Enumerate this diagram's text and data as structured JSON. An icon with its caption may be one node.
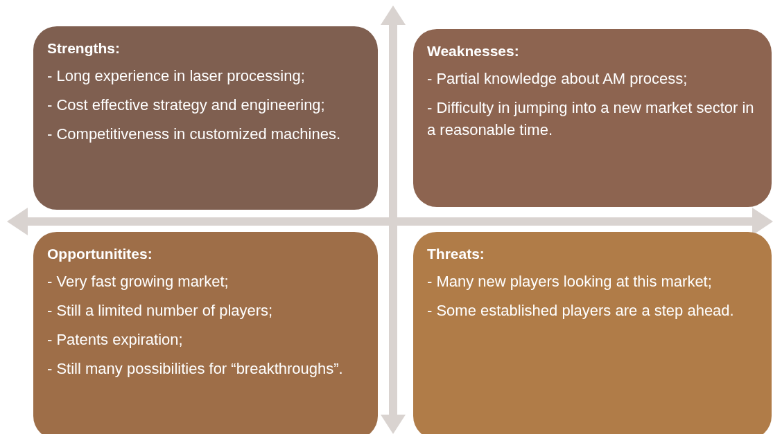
{
  "diagram": {
    "nodes": [
      {
        "text": [
          "Strengths:",
          "- Long experience in laser processing;",
          "- Cost effective strategy and engineering;",
          "- Competitiveness in customized machines."
        ]
      },
      {
        "text": [
          "Weaknesses:",
          "- Partial knowledge about AM process;",
          "- Difficulty in jumping into a new market sector in a reasonable time."
        ]
      },
      {
        "text": [
          "Opportunitites:",
          "- Very fast growing market;",
          "- Still a limited number of players;",
          "- Patents expiration;",
          "- Still many possibilities for “breakthroughs”."
        ]
      },
      {
        "text": [
          "**Threats**:",
          "- Many new players looking at this market;",
          "- Some established players are a step ahead."
        ]
      }
    ]
  }
}
